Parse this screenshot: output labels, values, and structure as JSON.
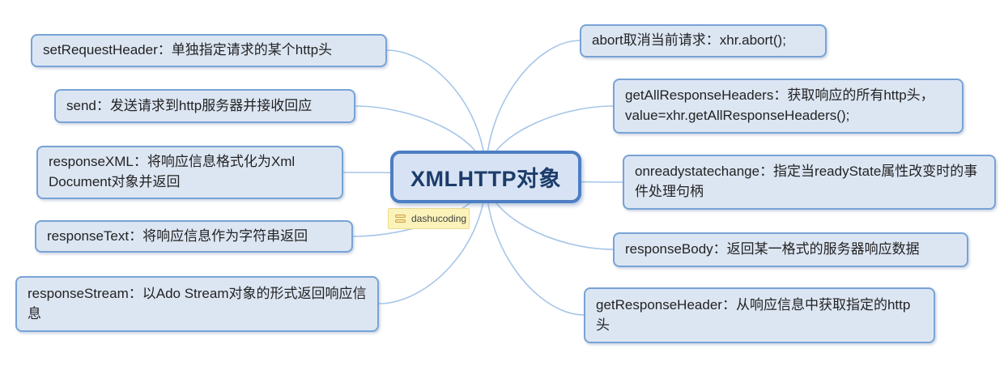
{
  "diagram": {
    "type": "mindmap",
    "root": {
      "label": "XMLHTTP对象"
    },
    "root_tag": {
      "icon": "notes-icon",
      "label": "dashucoding"
    },
    "left_nodes": [
      {
        "label": "setRequestHeader：单独指定请求的某个http头"
      },
      {
        "label": "send：发送请求到http服务器并接收回应"
      },
      {
        "label": "responseXML：将响应信息格式化为Xml Document对象并返回"
      },
      {
        "label": "responseText：将响应信息作为字符串返回"
      },
      {
        "label": "responseStream：以Ado Stream对象的形式返回响应信息"
      }
    ],
    "right_nodes": [
      {
        "label": "abort取消当前请求：xhr.abort();"
      },
      {
        "label": "getAllResponseHeaders：获取响应的所有http头，value=xhr.getAllResponseHeaders();"
      },
      {
        "label": "onreadystatechange：指定当readyState属性改变时的事件处理句柄"
      },
      {
        "label": "responseBody：返回某一格式的服务器响应数据"
      },
      {
        "label": "getResponseHeader：从响应信息中获取指定的http头"
      }
    ],
    "colors": {
      "branch_fill": "#dce6f3",
      "branch_border": "#78a3d6",
      "branch_text": "#232323",
      "central_fill": "#d7e3f4",
      "central_border": "#4d7ec3",
      "central_text": "#1c3c6a",
      "connector": "#a6c6e8",
      "tag_fill": "#fcf3ba",
      "tag_border": "#eadc92",
      "tag_text": "#3f3f3f",
      "tag_icon": "#d0a04a"
    }
  }
}
